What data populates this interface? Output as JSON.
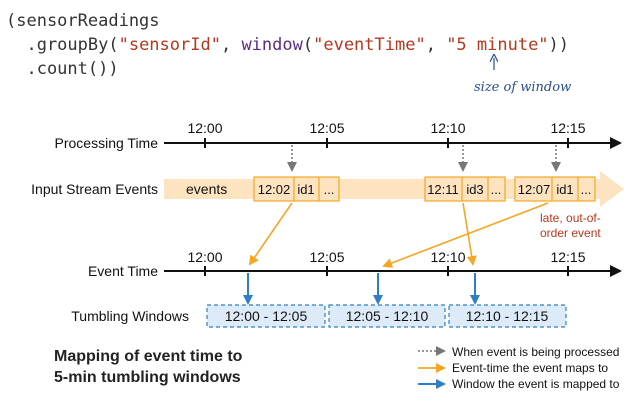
{
  "code": {
    "line1": "(sensorReadings",
    "line2_pre": "  .groupBy(",
    "line2_str1": "\"sensorId\"",
    "line2_comma": ", ",
    "line2_fn": "window",
    "line2_open": "(",
    "line2_str2": "\"eventTime\"",
    "line2_comma2": ", ",
    "line2_str3": "\"5 minute\"",
    "line2_close": "))",
    "line3": "  .count())"
  },
  "annotation": {
    "size_of_window": "size of window"
  },
  "timelines": {
    "processing": {
      "label": "Processing Time",
      "ticks": [
        "12:00",
        "12:05",
        "12:10",
        "12:15"
      ]
    },
    "input": {
      "label": "Input Stream Events",
      "events_label": "events"
    },
    "event_time": {
      "label": "Event Time",
      "ticks": [
        "12:00",
        "12:05",
        "12:10",
        "12:15"
      ]
    },
    "tumbling": {
      "label": "Tumbling Windows"
    }
  },
  "events": [
    {
      "time": "12:02",
      "id": "id1",
      "more": "..."
    },
    {
      "time": "12:11",
      "id": "id3",
      "more": "..."
    },
    {
      "time": "12:07",
      "id": "id1",
      "more": "..."
    }
  ],
  "late_note": {
    "line1": "late, out-of-",
    "line2": "order event"
  },
  "windows": [
    "12:00 - 12:05",
    "12:05 - 12:10",
    "12:10 - 12:15"
  ],
  "caption": {
    "line1": "Mapping of event time to",
    "line2": "5-min tumbling windows"
  },
  "legend": [
    {
      "icon": "gray-dotted-arrow",
      "text": "When event is being processed"
    },
    {
      "icon": "orange-arrow",
      "text": "Event-time the event maps to"
    },
    {
      "icon": "blue-arrow",
      "text": "Window the event is mapped to"
    }
  ],
  "colors": {
    "orange": "#f5a623",
    "orange_fill": "#fde3c0",
    "blue": "#2e80c4",
    "blue_fill": "#dcebf7",
    "string_red": "#b5371f",
    "late_red": "#b5371f",
    "gray": "#888888",
    "hand_blue": "#2a4d8f"
  }
}
